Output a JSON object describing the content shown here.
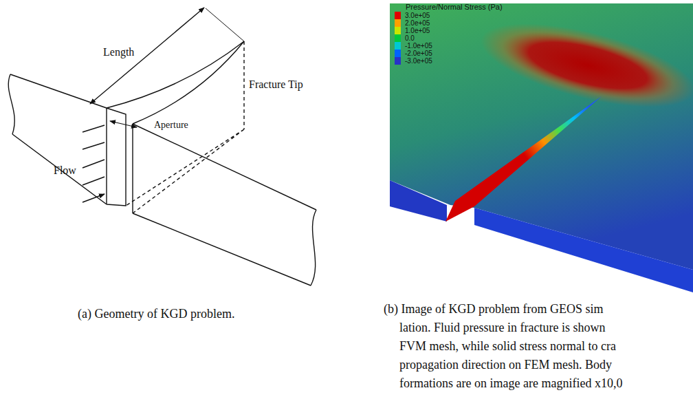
{
  "diagram": {
    "labels": [
      "Length",
      "Fracture Tip",
      "Aperture",
      "Flow",
      "(a) Geometry of KGD problem.",
      "Pressure/Normal Stress (Pa)",
      "(b) Image of KGD problem from GEOS sim",
      "lation. Fluid pressure in fracture is shown",
      "FVM mesh, while solid stress normal to cra",
      "propagation direction on FEM mesh. Body",
      "formations are on image are magnified x10,0"
    ],
    "legend": [
      {
        "text": "3.0e+05",
        "color": "#e00000"
      },
      {
        "text": "2.0e+05",
        "color": "#ffa000"
      },
      {
        "text": "1.0e+05",
        "color": "#c8e600"
      },
      {
        "text": "0.0",
        "color": "#00c83c"
      },
      {
        "text": "-1.0e+05",
        "color": "#00c8d2"
      },
      {
        "text": "-2.0e+05",
        "color": "#0064ff"
      },
      {
        "text": "-3.0e+05",
        "color": "#2832c8"
      }
    ]
  }
}
